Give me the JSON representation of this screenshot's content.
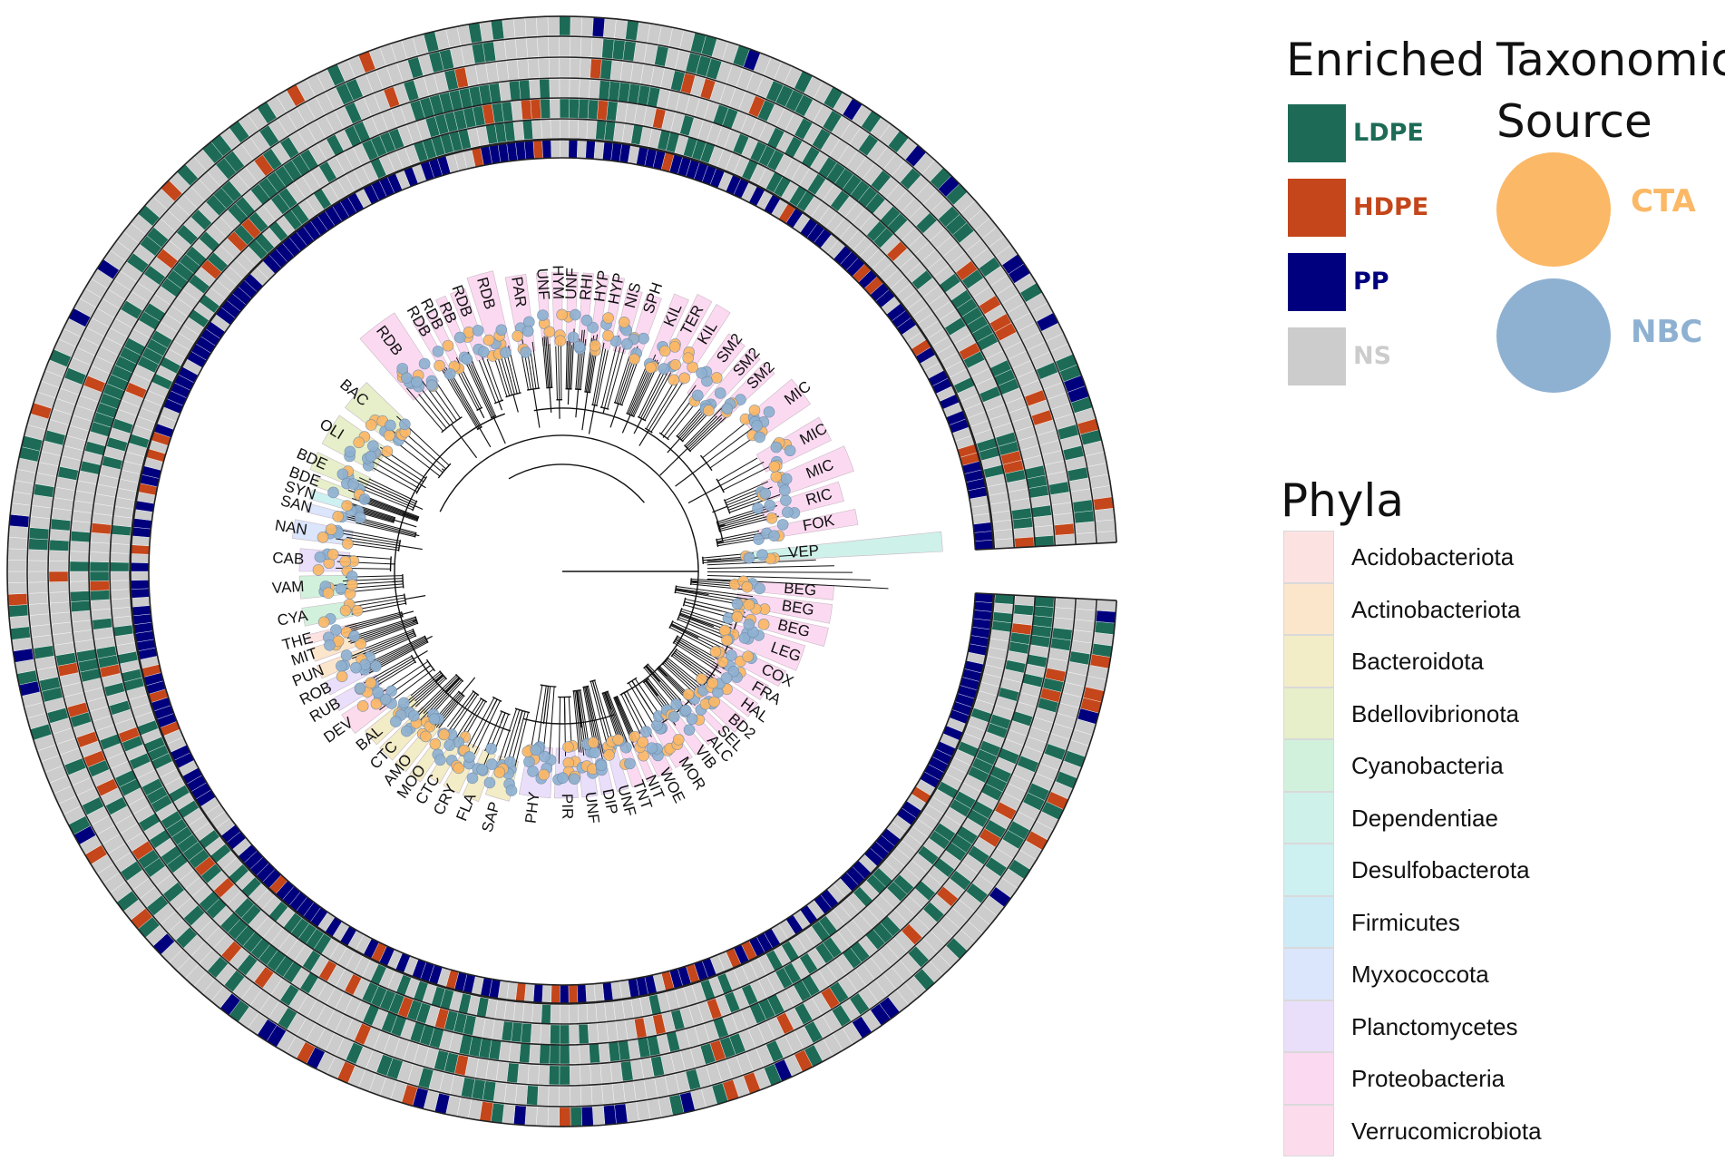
{
  "legend": {
    "enriched": {
      "title": "Enriched",
      "items": [
        {
          "label": "LDPE",
          "color": "#1d6b57"
        },
        {
          "label": "HDPE",
          "color": "#c4461a"
        },
        {
          "label": "PP",
          "color": "#00007f"
        },
        {
          "label": "NS",
          "color": "#cccccc"
        }
      ]
    },
    "source": {
      "title_line1": "Taxonomic",
      "title_line2": "Source",
      "items": [
        {
          "label": "CTA",
          "color": "#fbb866"
        },
        {
          "label": "NBC",
          "color": "#8fb1d1"
        }
      ]
    },
    "phyla": {
      "title": "Phyla",
      "items": [
        {
          "label": "Acidobacteriota",
          "color": "#fde2e2"
        },
        {
          "label": "Actinobacteriota",
          "color": "#fbe6cc"
        },
        {
          "label": "Bacteroidota",
          "color": "#f2ecc7"
        },
        {
          "label": "Bdellovibrionota",
          "color": "#e6efc9"
        },
        {
          "label": "Cyanobacteria",
          "color": "#d1f1dc"
        },
        {
          "label": "Dependentiae",
          "color": "#cef1e9"
        },
        {
          "label": "Desulfobacterota",
          "color": "#cdf0f1"
        },
        {
          "label": "Firmicutes",
          "color": "#cdebf7"
        },
        {
          "label": "Myxococcota",
          "color": "#dbe5fb"
        },
        {
          "label": "Planctomycetes",
          "color": "#eadffb"
        },
        {
          "label": "Proteobacteria",
          "color": "#fbdaf1"
        },
        {
          "label": "Verrucomicrobiota",
          "color": "#fcdcec"
        }
      ]
    }
  },
  "clades": [
    {
      "label": "VEP",
      "phylum": "Dependentiae"
    },
    {
      "label": "FOK",
      "phylum": "Proteobacteria"
    },
    {
      "label": "RIC",
      "phylum": "Proteobacteria"
    },
    {
      "label": "MIC",
      "phylum": "Proteobacteria"
    },
    {
      "label": "MIC",
      "phylum": "Proteobacteria"
    },
    {
      "label": "MIC",
      "phylum": "Proteobacteria"
    },
    {
      "label": "SM2",
      "phylum": "Proteobacteria"
    },
    {
      "label": "SM2",
      "phylum": "Proteobacteria"
    },
    {
      "label": "SM2",
      "phylum": "Proteobacteria"
    },
    {
      "label": "KIL",
      "phylum": "Proteobacteria"
    },
    {
      "label": "TER",
      "phylum": "Proteobacteria"
    },
    {
      "label": "KIL",
      "phylum": "Proteobacteria"
    },
    {
      "label": "SPH",
      "phylum": "Proteobacteria"
    },
    {
      "label": "NIS",
      "phylum": "Proteobacteria"
    },
    {
      "label": "HYP",
      "phylum": "Proteobacteria"
    },
    {
      "label": "HYP",
      "phylum": "Proteobacteria"
    },
    {
      "label": "RHI",
      "phylum": "Proteobacteria"
    },
    {
      "label": "UNF",
      "phylum": "Proteobacteria"
    },
    {
      "label": "HYM",
      "phylum": "Proteobacteria"
    },
    {
      "label": "UNF",
      "phylum": "Proteobacteria"
    },
    {
      "label": "PAR",
      "phylum": "Proteobacteria"
    },
    {
      "label": "RDB",
      "phylum": "Proteobacteria"
    },
    {
      "label": "RDB",
      "phylum": "Proteobacteria"
    },
    {
      "label": "RB",
      "phylum": "Proteobacteria"
    },
    {
      "label": "RDB",
      "phylum": "Proteobacteria"
    },
    {
      "label": "RDB",
      "phylum": "Proteobacteria"
    },
    {
      "label": "RDB",
      "phylum": "Proteobacteria"
    },
    {
      "label": "BAC",
      "phylum": "Bdellovibrionota"
    },
    {
      "label": "OLI",
      "phylum": "Bdellovibrionota"
    },
    {
      "label": "BDE",
      "phylum": "Bdellovibrionota"
    },
    {
      "label": "BDE",
      "phylum": "Bdellovibrionota"
    },
    {
      "label": "SYN",
      "phylum": "Desulfobacterota"
    },
    {
      "label": "SAN",
      "phylum": "Myxococcota"
    },
    {
      "label": "NAN",
      "phylum": "Myxococcota"
    },
    {
      "label": "CAB",
      "phylum": "Planctomycetes"
    },
    {
      "label": "VAM",
      "phylum": "Cyanobacteria"
    },
    {
      "label": "CYA",
      "phylum": "Cyanobacteria"
    },
    {
      "label": "THE",
      "phylum": "Acidobacteriota"
    },
    {
      "label": "MIT",
      "phylum": "Actinobacteriota"
    },
    {
      "label": "PUN",
      "phylum": "Actinobacteriota"
    },
    {
      "label": "ROB",
      "phylum": "Planctomycetes"
    },
    {
      "label": "RUB",
      "phylum": "Planctomycetes"
    },
    {
      "label": "DEV",
      "phylum": "Verrucomicrobiota"
    },
    {
      "label": "BAL",
      "phylum": "Bacteroidota"
    },
    {
      "label": "CTC",
      "phylum": "Bacteroidota"
    },
    {
      "label": "AMO",
      "phylum": "Bacteroidota"
    },
    {
      "label": "MOO",
      "phylum": "Bacteroidota"
    },
    {
      "label": "CTC",
      "phylum": "Bacteroidota"
    },
    {
      "label": "CRY",
      "phylum": "Bacteroidota"
    },
    {
      "label": "FLA",
      "phylum": "Bacteroidota"
    },
    {
      "label": "SAP",
      "phylum": "Bacteroidota"
    },
    {
      "label": "PHY",
      "phylum": "Planctomycetes"
    },
    {
      "label": "PIR",
      "phylum": "Planctomycetes"
    },
    {
      "label": "UNF",
      "phylum": "Planctomycetes"
    },
    {
      "label": "DIP",
      "phylum": "Planctomycetes"
    },
    {
      "label": "UNF",
      "phylum": "Planctomycetes"
    },
    {
      "label": "TNT",
      "phylum": "Proteobacteria"
    },
    {
      "label": "NIT",
      "phylum": "Proteobacteria"
    },
    {
      "label": "WOE",
      "phylum": "Proteobacteria"
    },
    {
      "label": "MOR",
      "phylum": "Proteobacteria"
    },
    {
      "label": "VIB",
      "phylum": "Proteobacteria"
    },
    {
      "label": "ALC",
      "phylum": "Proteobacteria"
    },
    {
      "label": "SEL",
      "phylum": "Proteobacteria"
    },
    {
      "label": "BD2",
      "phylum": "Proteobacteria"
    },
    {
      "label": "HAL",
      "phylum": "Proteobacteria"
    },
    {
      "label": "FRA",
      "phylum": "Proteobacteria"
    },
    {
      "label": "COX",
      "phylum": "Proteobacteria"
    },
    {
      "label": "LEG",
      "phylum": "Proteobacteria"
    },
    {
      "label": "BEG",
      "phylum": "Proteobacteria"
    },
    {
      "label": "BEG",
      "phylum": "Proteobacteria"
    },
    {
      "label": "BEG",
      "phylum": "Proteobacteria"
    }
  ]
}
